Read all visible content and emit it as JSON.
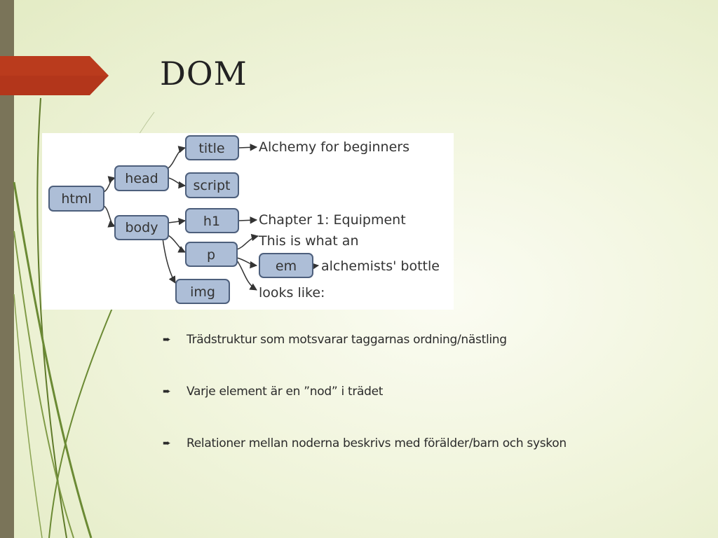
{
  "slide": {
    "title": "DOM",
    "accent_color": "#b3361b",
    "sidebar_color": "#7a7459"
  },
  "diagram": {
    "nodes": {
      "html": "html",
      "head": "head",
      "body": "body",
      "title": "title",
      "script": "script",
      "h1": "h1",
      "p": "p",
      "em": "em",
      "img": "img"
    },
    "texts": {
      "title_text": "Alchemy for beginners",
      "h1_text": "Chapter 1: Equipment",
      "p_text_1": "This is what an",
      "em_text": "alchemists' bottle",
      "p_text_2": "looks like:"
    },
    "node_fill": "#adbed7",
    "node_stroke": "#4d5f7c"
  },
  "bullets": [
    {
      "icon": "arrow-bullet-icon",
      "text": "Trädstruktur som motsvarar taggarnas ordning/nästling"
    },
    {
      "icon": "arrow-bullet-icon",
      "text": "Varje element är en ”nod” i trädet"
    },
    {
      "icon": "arrow-bullet-icon",
      "text": "Relationer mellan noderna beskrivs med förälder/barn och syskon"
    }
  ]
}
